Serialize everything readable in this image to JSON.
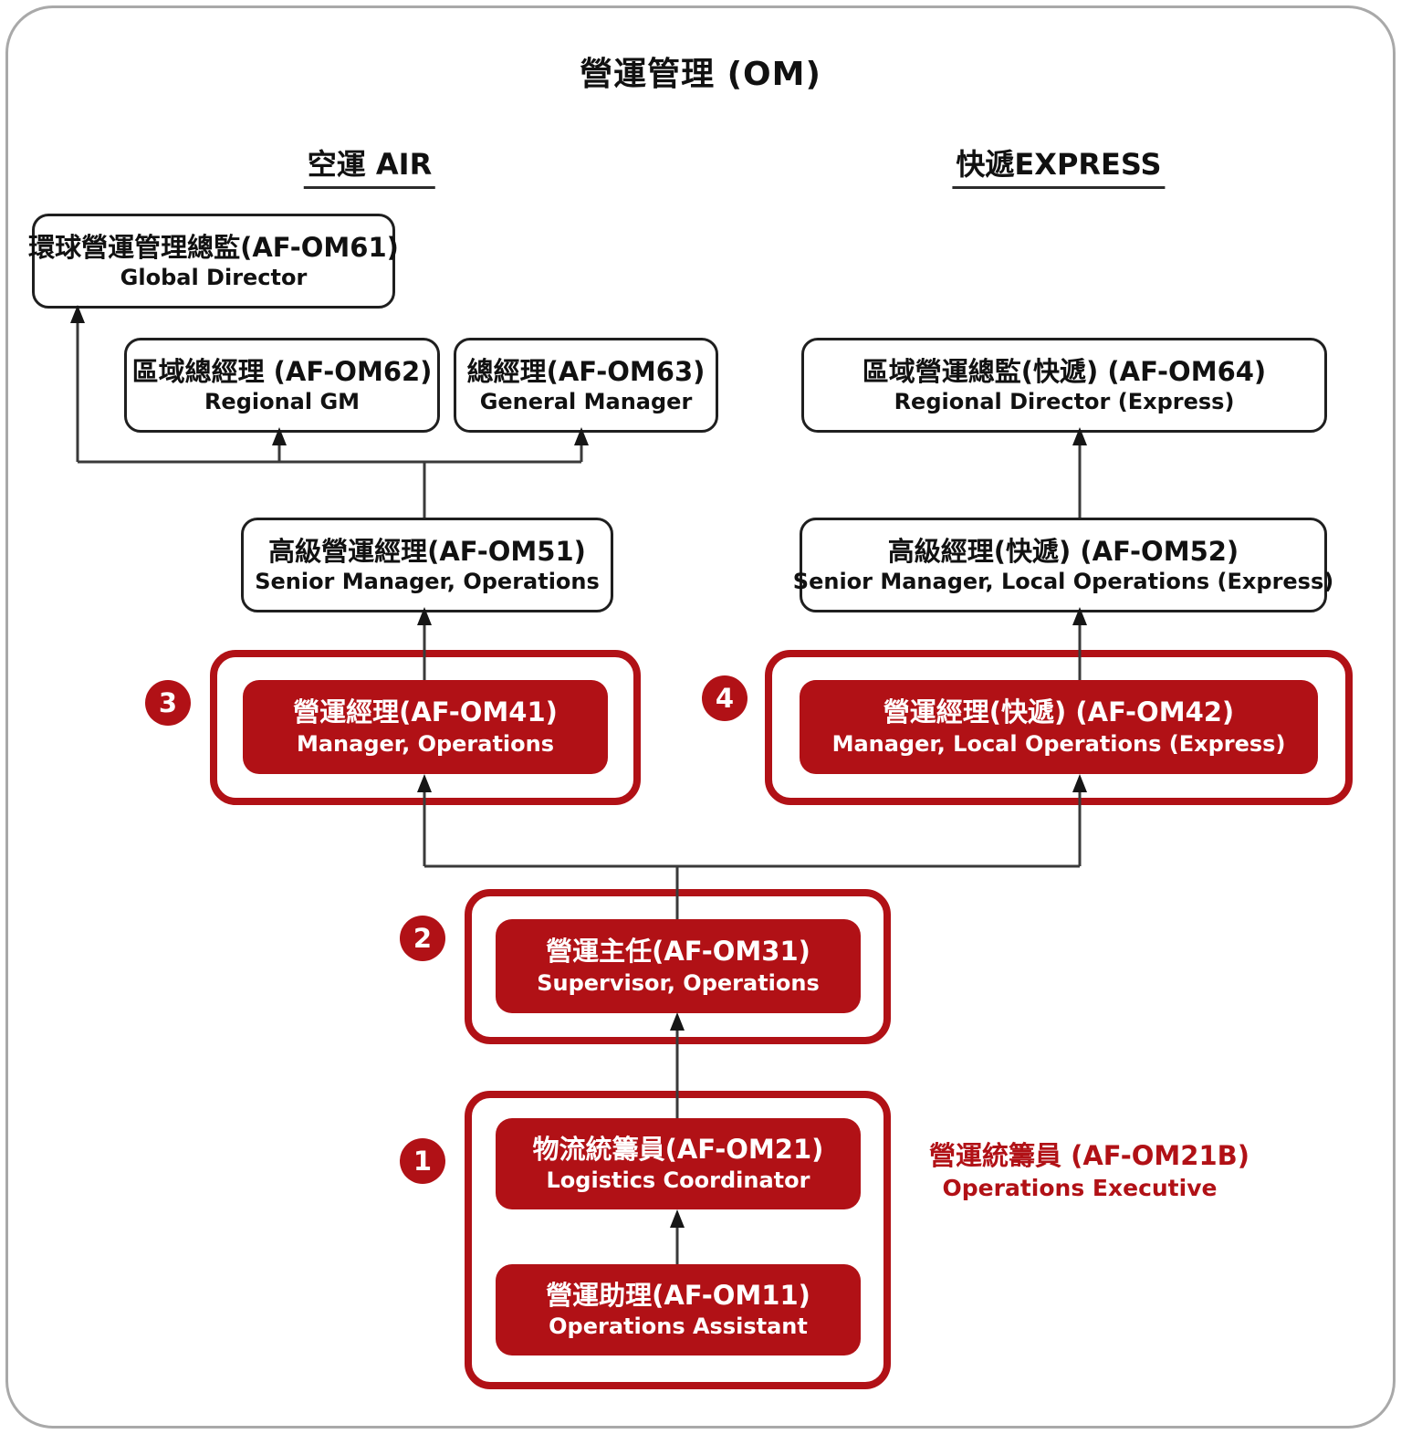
{
  "title": "營運管理 (OM)",
  "columns": {
    "air": "空運 AIR",
    "express": "快遞EXPRESS"
  },
  "boxes": {
    "om61": {
      "zh": "環球營運管理總監(AF-OM61)",
      "en": "Global Director"
    },
    "om62": {
      "zh": "區域總經理 (AF-OM62)",
      "en": "Regional GM"
    },
    "om63": {
      "zh": "總經理(AF-OM63)",
      "en": "General Manager"
    },
    "om64": {
      "zh": "區域營運總監(快遞) (AF-OM64)",
      "en": "Regional Director (Express)"
    },
    "om51": {
      "zh": "高級營運經理(AF-OM51)",
      "en": "Senior Manager, Operations"
    },
    "om52": {
      "zh": "高級經理(快遞) (AF-OM52)",
      "en": "Senior Manager, Local Operations (Express)"
    },
    "om41": {
      "zh": "營運經理(AF-OM41)",
      "en": "Manager, Operations"
    },
    "om42": {
      "zh": "營運經理(快遞) (AF-OM42)",
      "en": "Manager, Local Operations (Express)"
    },
    "om31": {
      "zh": "營運主任(AF-OM31)",
      "en": "Supervisor, Operations"
    },
    "om21": {
      "zh": "物流統籌員(AF-OM21)",
      "en": "Logistics Coordinator"
    },
    "om11": {
      "zh": "營運助理(AF-OM11)",
      "en": "Operations Assistant"
    }
  },
  "badges": {
    "b1": "1",
    "b2": "2",
    "b3": "3",
    "b4": "4"
  },
  "side_note": {
    "zh": "營運統籌員 (AF-OM21B)",
    "en": "Operations Executive"
  },
  "colors": {
    "red": "#b11116",
    "line": "#3a3a3a",
    "frame_gray": "#a9a9a9"
  }
}
